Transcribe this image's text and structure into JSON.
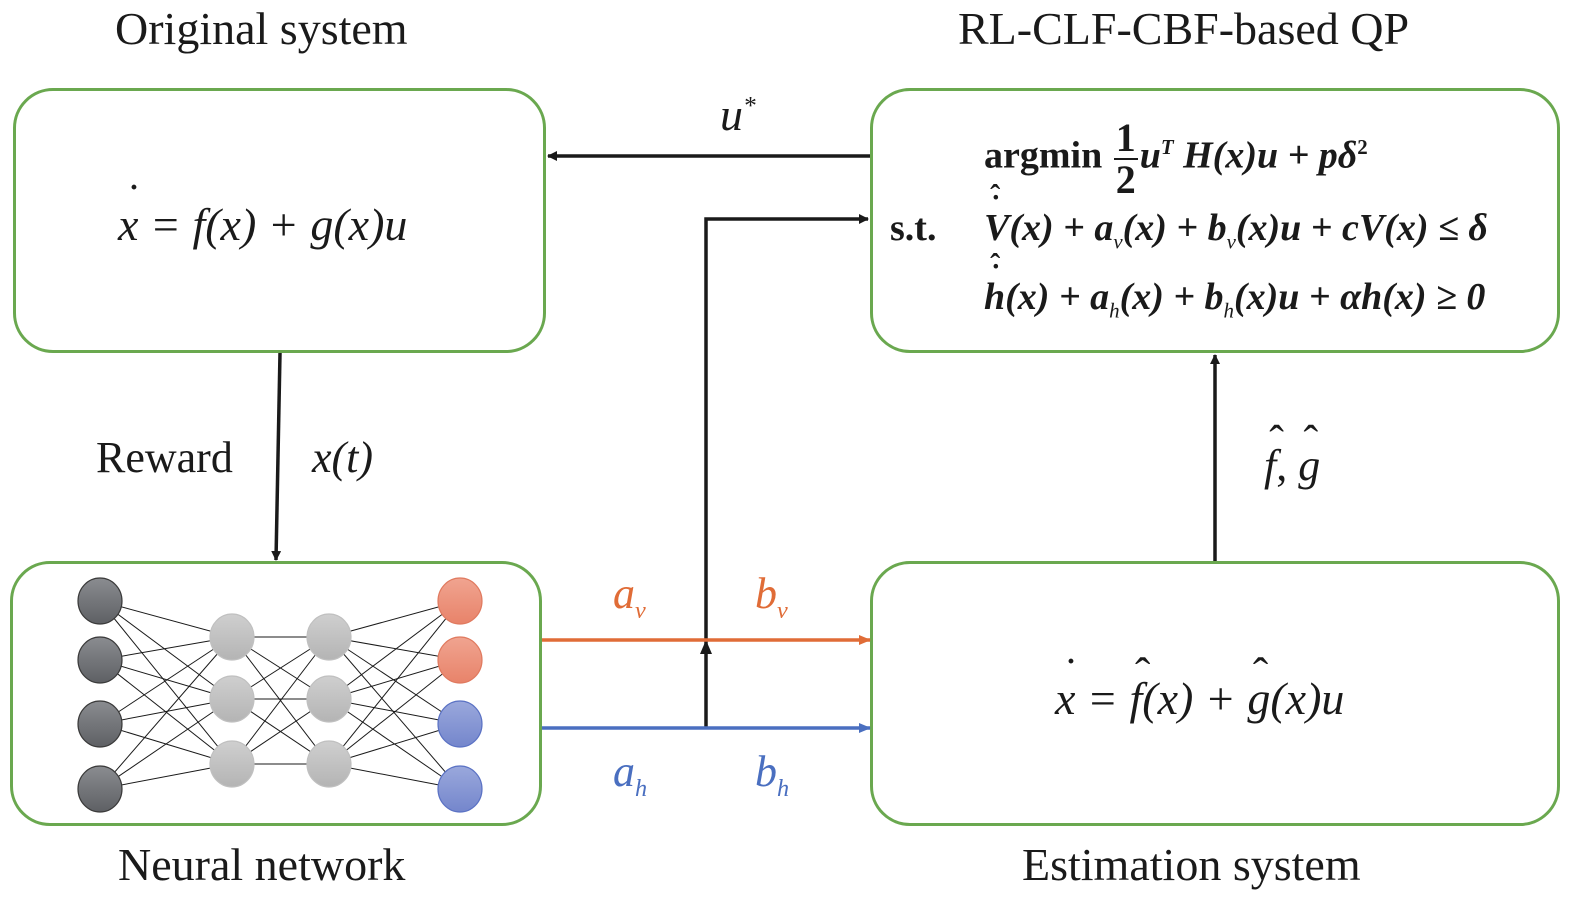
{
  "titles": {
    "original_system": "Original system",
    "qp": "RL-CLF-CBF-based QP",
    "neural_network": "Neural network",
    "estimation_system": "Estimation system"
  },
  "original_system": {
    "equation_lhs": "x",
    "equation_rhs": " = f(x) + g(x)u"
  },
  "qp": {
    "objective_prefix": "argmin",
    "frac_num": "1",
    "frac_den": "2",
    "objective_body": "u",
    "objective_sup": "T",
    "objective_rest": " H(x)u + pδ",
    "objective_sup2": "2",
    "st_label": "s.t.",
    "clf_lhs": "V",
    "clf_rest_1": "(x) + a",
    "clf_sub_1": "v",
    "clf_rest_2": "(x) + b",
    "clf_sub_2": "v",
    "clf_rest_3": "(x)u + cV(x) ≤ δ",
    "cbf_lhs": "h",
    "cbf_rest_1": "(x) + a",
    "cbf_sub_1": "h",
    "cbf_rest_2": "(x) + b",
    "cbf_sub_2": "h",
    "cbf_rest_3": "(x)u + αh(x) ≥ 0"
  },
  "estimation_system": {
    "equation_lhs": "x",
    "equation_eq": " = ",
    "f_hat": "f",
    "mid": "(x) + ",
    "g_hat": "g",
    "tail": "(x)u"
  },
  "edges": {
    "u_star": "u",
    "u_star_sup": "*",
    "reward": "Reward",
    "state": "x(t)",
    "fg_hat_f": "f",
    "fg_hat_sep": ", ",
    "fg_hat_g": "g",
    "a_v": "a",
    "a_v_sub": "v",
    "b_v": "b",
    "b_v_sub": "v",
    "a_h": "a",
    "a_h_sub": "h",
    "b_h": "b",
    "b_h_sub": "h"
  },
  "colors": {
    "box_border": "#6aa84f",
    "v_branch": "#e06c37",
    "h_branch": "#4a6fc0",
    "input_node": "#6e7073",
    "hidden_node": "#c4c4c4",
    "output_v_node": "#ec9177",
    "output_h_node": "#8899d6",
    "arrow": "#1a1a1a"
  },
  "neural_network": {
    "layers": [
      {
        "name": "input",
        "count": 4,
        "color_key": "input_node"
      },
      {
        "name": "hidden-1",
        "count": 3,
        "color_key": "hidden_node"
      },
      {
        "name": "hidden-2",
        "count": 3,
        "color_key": "hidden_node"
      },
      {
        "name": "output",
        "count": 4,
        "color_keys": [
          "output_v_node",
          "output_v_node",
          "output_h_node",
          "output_h_node"
        ]
      }
    ]
  }
}
